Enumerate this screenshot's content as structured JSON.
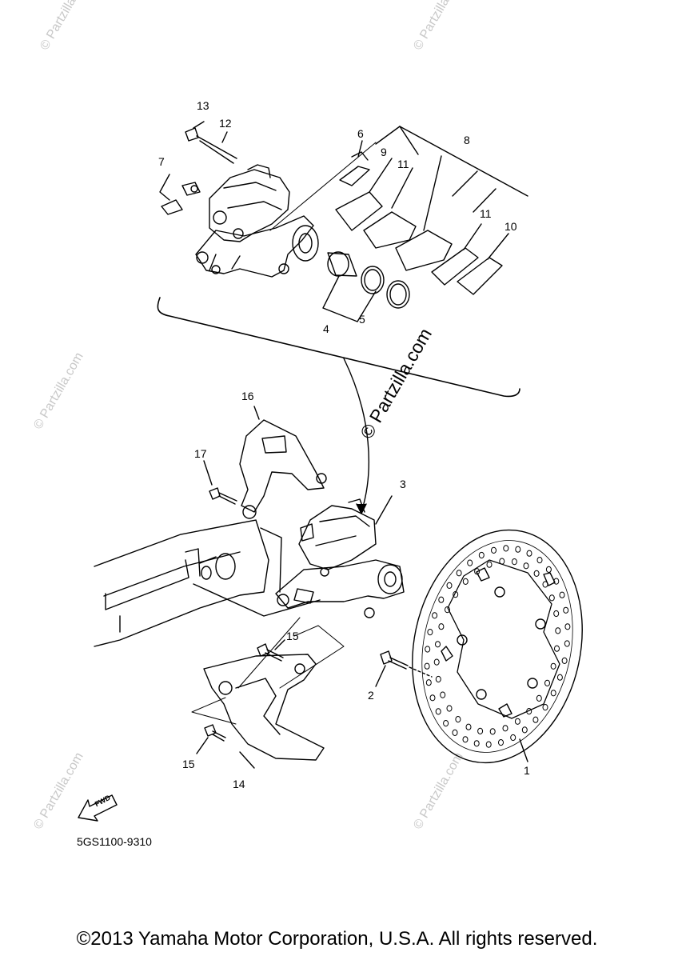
{
  "callouts": [
    "1",
    "2",
    "3",
    "4",
    "5",
    "6",
    "7",
    "8",
    "9",
    "10",
    "11",
    "11",
    "12",
    "13",
    "14",
    "15",
    "15",
    "16",
    "17"
  ],
  "direction_label": "FWD",
  "reference_code": "5GS1100-9310",
  "watermark_main": "© Partzilla.com",
  "watermark_faint": "© Partzilla.com",
  "copyright": "©2013 Yamaha Motor Corporation, U.S.A. All rights reserved."
}
